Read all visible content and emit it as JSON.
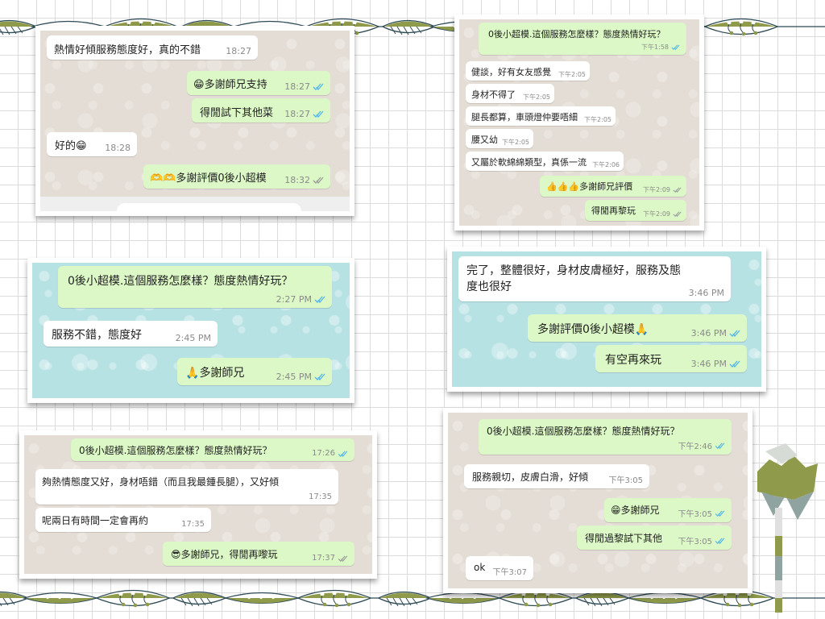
{
  "colors": {
    "outgoing_bubble": "#dcf8c6",
    "incoming_bubble": "#ffffff",
    "chat_bg_beige": "#e4ddd5",
    "chat_bg_teal": "#b7e2e4",
    "read_tick": "#4fb6ec",
    "sent_tick": "#9a9a9a",
    "leaf_green": "#8f9a4a",
    "leaf_outline": "#2d4a55",
    "tree_gray": "#8fa3a0"
  },
  "panels": [
    {
      "id": "panel-1",
      "messages": [
        {
          "dir": "in",
          "text": "熱情好傾服務態度好，真的不錯",
          "time": "18:27"
        },
        {
          "dir": "out",
          "emoji": "😁",
          "text": "多謝師兄支持",
          "time": "18:27",
          "tick": "read"
        },
        {
          "dir": "out",
          "text": "得閒試下其他菜",
          "time": "18:27",
          "tick": "read"
        },
        {
          "dir": "in",
          "text": "好的",
          "emoji_after": "😁",
          "time": "18:28"
        },
        {
          "dir": "out",
          "emoji": "🫶🫶",
          "text": "多謝評價0後小超模",
          "time": "18:32",
          "tick": "sent"
        }
      ]
    },
    {
      "id": "panel-2",
      "messages": [
        {
          "dir": "out",
          "text": "0後小超模.這個服務怎麼樣？態度熱情好玩？",
          "time": "下午1:58",
          "tick": "read"
        },
        {
          "dir": "in",
          "text": "健談，好有女友感覺",
          "time": "下午2:05"
        },
        {
          "dir": "in",
          "text": "身材不得了",
          "time": "下午2:05"
        },
        {
          "dir": "in",
          "text": "腿長都算，車頭燈仲要唔細",
          "time": "下午2:05"
        },
        {
          "dir": "in",
          "text": "腰又幼",
          "time": "下午2:05"
        },
        {
          "dir": "in",
          "text": "又屬於軟綿綿類型，真係一流",
          "time": "下午2:06"
        },
        {
          "dir": "out",
          "emoji": "👍👍👍",
          "text": "多謝師兄評價",
          "time": "下午2:09",
          "tick": "sent"
        },
        {
          "dir": "out",
          "text": "得閒再黎玩",
          "time": "下午2:09",
          "tick": "sent"
        }
      ]
    },
    {
      "id": "panel-3",
      "messages": [
        {
          "dir": "out",
          "text": "0後小超模.這個服務怎麼樣？態度熱情好玩？",
          "time": "2:27 PM",
          "tick": "read"
        },
        {
          "dir": "in",
          "text": "服務不錯，態度好",
          "time": "2:45 PM"
        },
        {
          "dir": "out",
          "emoji": "🙏",
          "text": "多謝師兄",
          "time": "2:45 PM",
          "tick": "read"
        }
      ]
    },
    {
      "id": "panel-4",
      "messages": [
        {
          "dir": "in",
          "text": "完了，整體很好，身材皮膚極好，服務及態",
          "text2": "度也很好",
          "time": "3:46 PM"
        },
        {
          "dir": "out",
          "text": "多謝評價0後小超模",
          "emoji_after": "🙏",
          "time": "3:46 PM",
          "tick": "read"
        },
        {
          "dir": "out",
          "text": "有空再來玩",
          "time": "3:46 PM",
          "tick": "read"
        }
      ]
    },
    {
      "id": "panel-5",
      "messages": [
        {
          "dir": "out",
          "text": "0後小超模.這個服務怎麼樣？態度熱情好玩？",
          "time": "17:26",
          "tick": "read"
        },
        {
          "dir": "in",
          "text": "夠熱情態度又好，身材唔錯（而且我最鍾長腿），又好傾",
          "time": "17:35"
        },
        {
          "dir": "in",
          "text": "呢兩日有時間一定會再約",
          "time": "17:35"
        },
        {
          "dir": "out",
          "emoji": "😎",
          "text": "多謝師兄，得閒再嚟玩",
          "time": "17:37",
          "tick": "sent"
        }
      ]
    },
    {
      "id": "panel-6",
      "messages": [
        {
          "dir": "out",
          "text": "0後小超模.這個服務怎麼樣？態度熱情好玩？",
          "time": "下午2:46",
          "tick": "read"
        },
        {
          "dir": "in",
          "text": "服務親切，皮膚白滑，好傾",
          "time": "下午3:05"
        },
        {
          "dir": "out",
          "emoji": "😁",
          "text": "多謝師兄",
          "time": "下午3:05",
          "tick": "read"
        },
        {
          "dir": "out",
          "text": "得閒過黎試下其他",
          "time": "下午3:05",
          "tick": "read"
        },
        {
          "dir": "in",
          "text": "ok",
          "time": "下午3:07"
        }
      ]
    }
  ]
}
